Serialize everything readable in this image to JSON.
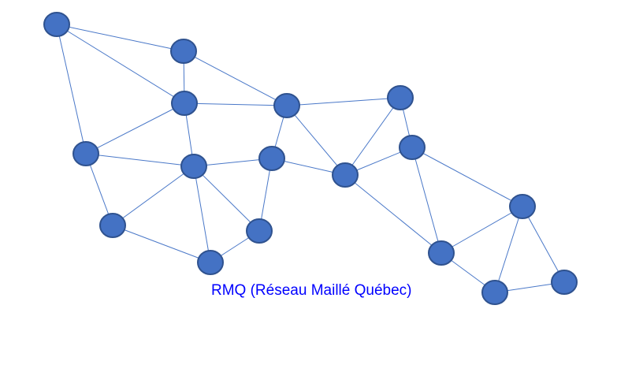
{
  "diagram": {
    "caption": "RMQ (Réseau Maillé Québec)",
    "caption_color": "#0000ff",
    "node_color": "#4472c4",
    "node_outline_color": "#2f528f",
    "edge_color": "#4a78c8",
    "nodes": [
      "n1",
      "n2",
      "n3",
      "n4",
      "n5",
      "n6",
      "n7",
      "n8",
      "n9",
      "n10",
      "n11",
      "n12",
      "n13",
      "n14",
      "n15",
      "n16",
      "n17",
      "n18",
      "n19"
    ],
    "edges": [
      [
        "n1",
        "n2"
      ],
      [
        "n1",
        "n3"
      ],
      [
        "n1",
        "n6"
      ],
      [
        "n2",
        "n3"
      ],
      [
        "n2",
        "n4"
      ],
      [
        "n3",
        "n4"
      ],
      [
        "n3",
        "n6"
      ],
      [
        "n3",
        "n7"
      ],
      [
        "n4",
        "n5"
      ],
      [
        "n4",
        "n8"
      ],
      [
        "n4",
        "n11"
      ],
      [
        "n5",
        "n11"
      ],
      [
        "n5",
        "n12"
      ],
      [
        "n6",
        "n7"
      ],
      [
        "n6",
        "n9"
      ],
      [
        "n7",
        "n8"
      ],
      [
        "n7",
        "n9"
      ],
      [
        "n7",
        "n10"
      ],
      [
        "n7",
        "n13"
      ],
      [
        "n8",
        "n11"
      ],
      [
        "n8",
        "n13"
      ],
      [
        "n9",
        "n10"
      ],
      [
        "n10",
        "n13"
      ],
      [
        "n11",
        "n12"
      ],
      [
        "n11",
        "n15"
      ],
      [
        "n12",
        "n15"
      ],
      [
        "n12",
        "n14"
      ],
      [
        "n14",
        "n15"
      ],
      [
        "n14",
        "n16"
      ],
      [
        "n14",
        "n17"
      ],
      [
        "n14",
        "n18"
      ],
      [
        "n15",
        "n16"
      ],
      [
        "n16",
        "n17"
      ],
      [
        "n17",
        "n18"
      ]
    ]
  }
}
